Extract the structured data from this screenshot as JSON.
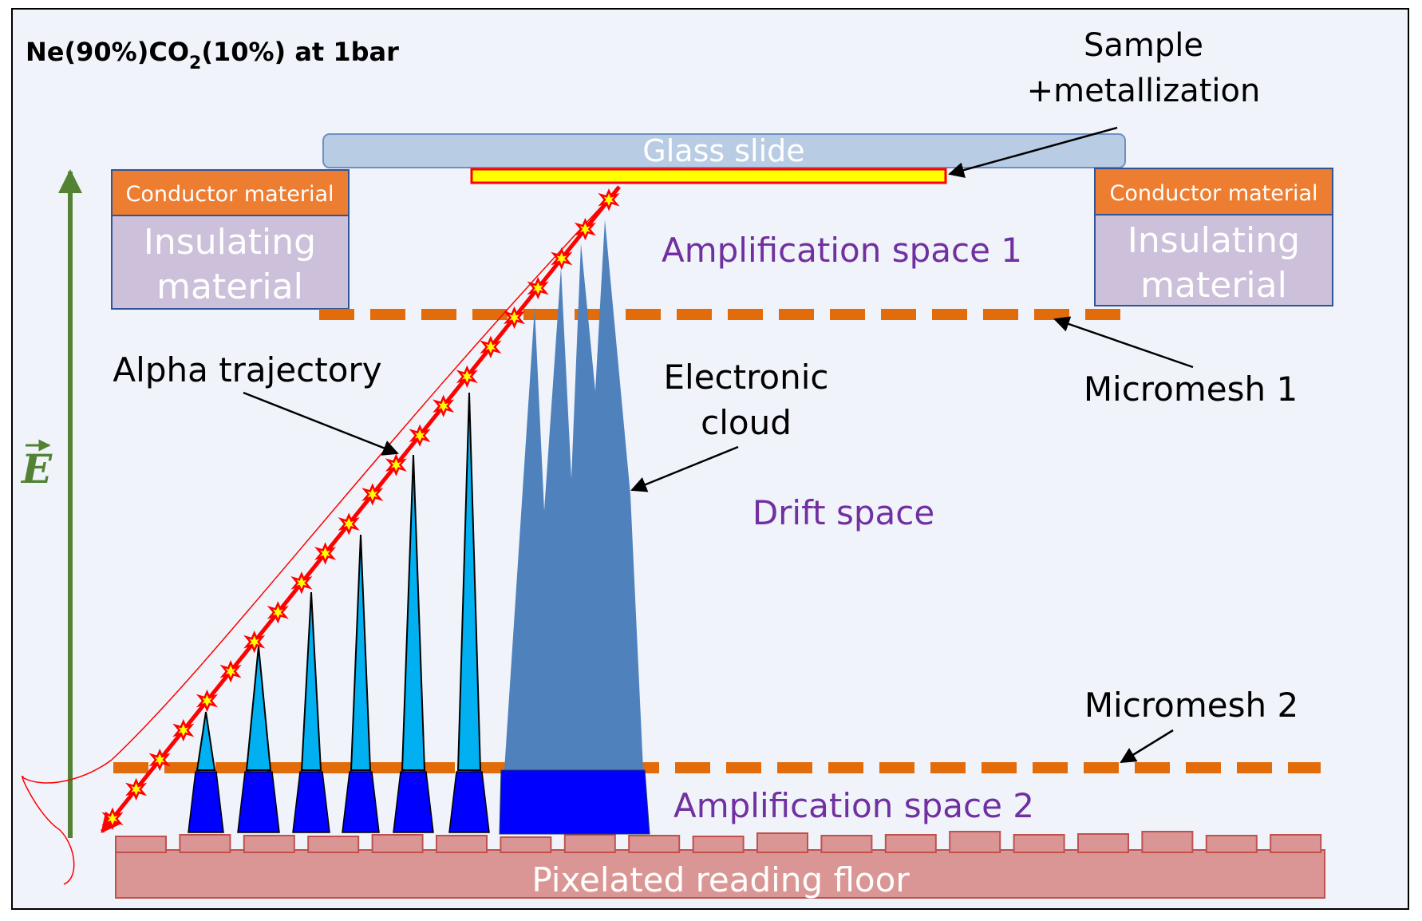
{
  "title": {
    "main": "Ne(90%)CO",
    "sub1": "2",
    "mid": "(10%) at 1bar"
  },
  "labels": {
    "sample": "Sample",
    "metallization": "+metallization",
    "glass_slide": "Glass slide",
    "conductor_left": "Conductor material",
    "conductor_right": "Conductor material",
    "insulating_left_1": "Insulating",
    "insulating_left_2": "material",
    "insulating_right_1": "Insulating",
    "insulating_right_2": "material",
    "amp1": "Amplification space 1",
    "micromesh1": "Micromesh 1",
    "alpha": "Alpha trajectory",
    "electronic_1": "Electronic",
    "electronic_2": "cloud",
    "drift": "Drift space",
    "micromesh2": "Micromesh 2",
    "amp2": "Amplification space 2",
    "floor": "Pixelated reading floor",
    "efield": "E"
  },
  "colors": {
    "background": "#f0f3fa",
    "glass": "#b8cce4",
    "conductor": "#ed7d31",
    "insulating": "#ccc0da",
    "insulating_border": "#2f5597",
    "mesh": "#e36c0a",
    "purple_text": "#7030a0",
    "efield": "#548235",
    "alpha": "#ff0000",
    "spike": "#00b0f0",
    "spike_base": "#0000ff",
    "cloud": "#4f81bd",
    "floor": "#da9694",
    "sample_fill": "#ffff00",
    "sample_border": "#ff0000"
  }
}
